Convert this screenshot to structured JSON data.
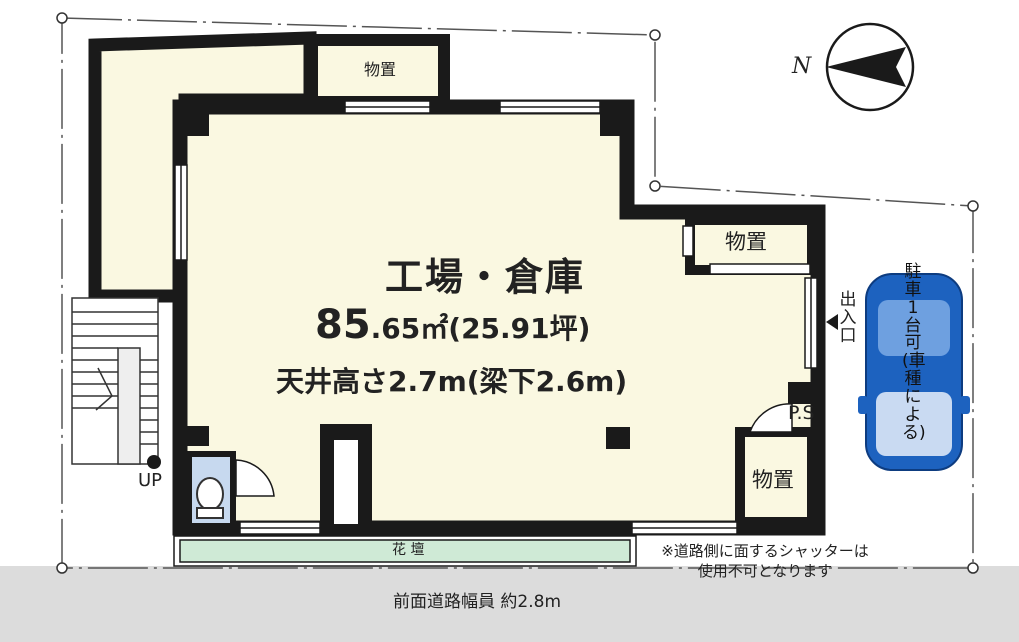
{
  "room": {
    "name": "工場・倉庫",
    "area_number": "85",
    "area_rest": ".65㎡(25.91坪)",
    "ceiling": "天井高さ2.7m(梁下2.6m)"
  },
  "storage_labels": [
    "物置",
    "物置",
    "物置"
  ],
  "entrance": "出入口",
  "ps": "P.S",
  "up": "UP",
  "flower_bed": "花 壇",
  "parking": "駐車1台可(車種による)",
  "shutter_note": [
    "※道路側に面するシャッターは",
    "使用不可となります"
  ],
  "road": "前面道路幅員 約2.8m",
  "compass": "N",
  "colors": {
    "floor": "#faf8e1",
    "wall": "#1a1a1a",
    "flower_bed": "#cfead6",
    "road": "#dcdcdc",
    "car": "#1d62bf"
  }
}
